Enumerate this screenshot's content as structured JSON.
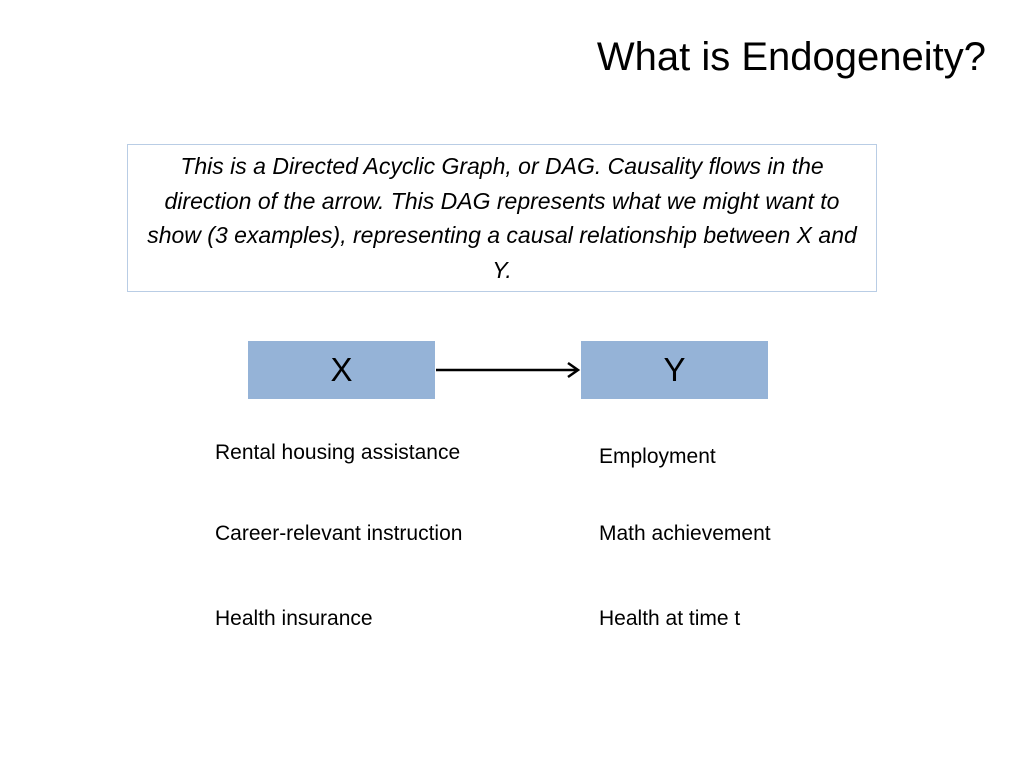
{
  "slide": {
    "title": "What is Endogeneity?"
  },
  "callout": {
    "text": "This is a Directed Acyclic Graph, or DAG. Causality flows in the direction of the arrow. This DAG represents what we might want to show (3 examples), representing a causal relationship between X and Y.",
    "border_color": "#b9cde5"
  },
  "dag": {
    "nodes": [
      {
        "id": "X",
        "label": "X"
      },
      {
        "id": "Y",
        "label": "Y"
      }
    ],
    "edges": [
      {
        "from": "X",
        "to": "Y"
      }
    ],
    "node_fill_color": "#95b3d7"
  },
  "examples": [
    {
      "x": "Rental housing assistance",
      "y": "Employment"
    },
    {
      "x": "Career-relevant instruction",
      "y": "Math achievement"
    },
    {
      "x": "Health insurance",
      "y": "Health at time t"
    }
  ]
}
